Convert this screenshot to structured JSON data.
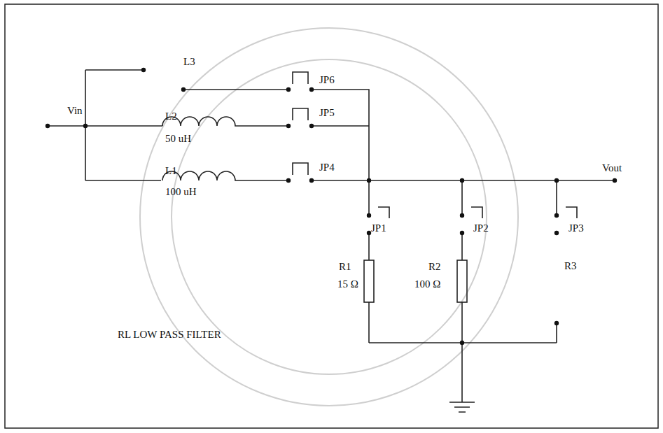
{
  "diagram": {
    "labels": [
      "Vin",
      "L3",
      "JP6",
      "JP5",
      "L2",
      "50 uH",
      "JP4",
      "L1",
      "100 uH",
      "Vout",
      "JP1",
      "JP2",
      "JP3",
      "R1",
      "15 Ω",
      "R2",
      "100 Ω",
      "R3",
      "RL LOW PASS FILTER"
    ]
  }
}
